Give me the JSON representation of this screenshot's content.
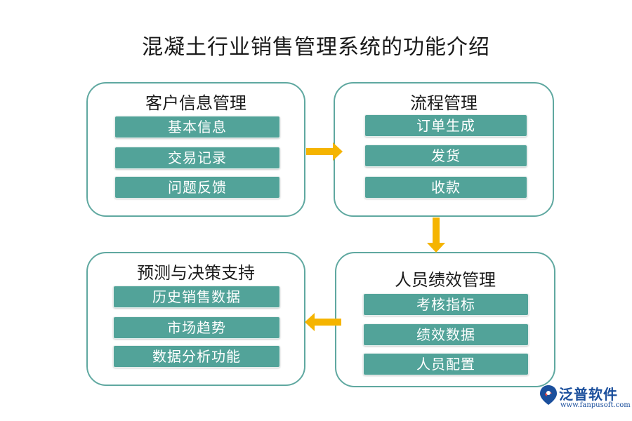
{
  "title": "混凝土行业销售管理系统的功能介绍",
  "colors": {
    "box_border": "#5fa8a0",
    "item_fill": "#52a399",
    "arrow": "#f5b400",
    "brand": "#1b4f9c"
  },
  "nodes": {
    "customer": {
      "title": "客户信息管理",
      "items": [
        "基本信息",
        "交易记录",
        "问题反馈"
      ]
    },
    "process": {
      "title": "流程管理",
      "items": [
        "订单生成",
        "发货",
        "收款"
      ]
    },
    "performance": {
      "title": "人员绩效管理",
      "items": [
        "考核指标",
        "绩效数据",
        "人员配置"
      ]
    },
    "forecast": {
      "title": "预测与决策支持",
      "items": [
        "历史销售数据",
        "市场趋势",
        "数据分析功能"
      ]
    }
  },
  "logo": {
    "name": "泛普软件",
    "url": "www.fanpusoft.com"
  }
}
